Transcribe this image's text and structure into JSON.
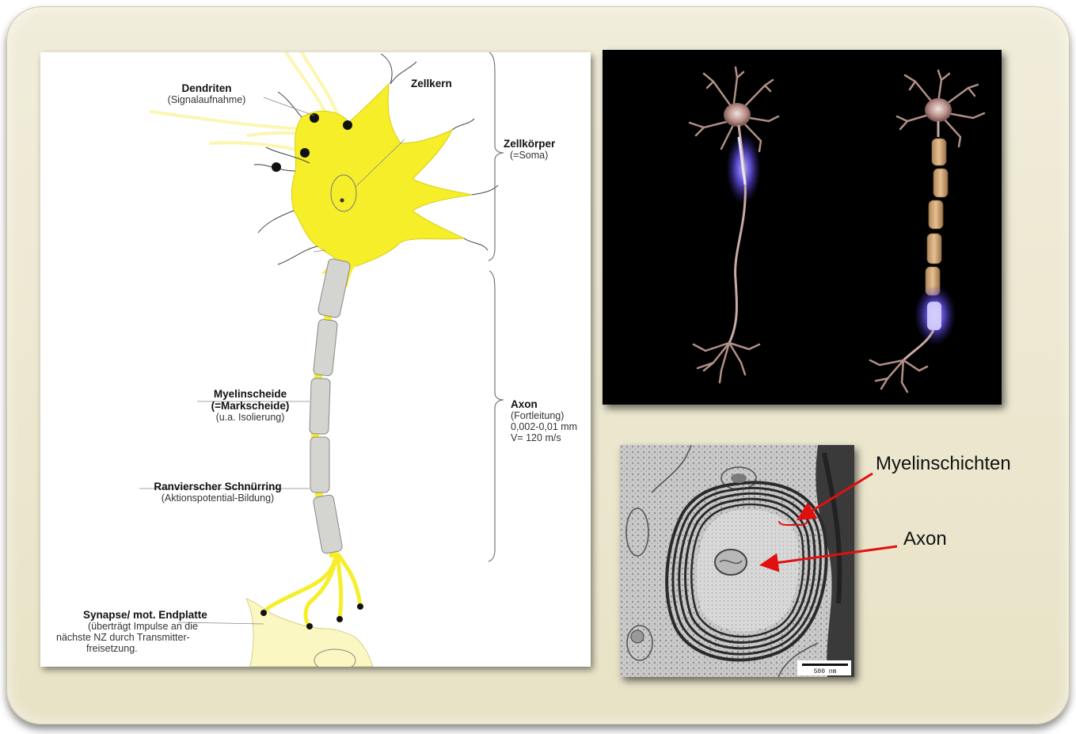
{
  "diagram": {
    "dendriten": {
      "title": "Dendriten",
      "sub": "(Signalaufnahme)"
    },
    "zellkern": {
      "title": "Zellkern"
    },
    "zellkoerper": {
      "title": "Zellkörper",
      "sub": "(=Soma)"
    },
    "myelinscheide": {
      "title1": "Myelinscheide",
      "title2": "(=Markscheide)",
      "sub": "(u.a. Isolierung)"
    },
    "axon": {
      "title": "Axon",
      "sub1": "(Fortleitung)",
      "sub2": "0,002-0,01 mm",
      "sub3": "V= 120 m/s"
    },
    "ranvier": {
      "title": "Ranvierscher Schnürring",
      "sub": "(Aktionspotential-Bildung)"
    },
    "synapse": {
      "title": "Synapse/ mot. Endplatte",
      "sub1": "(überträgt Impulse an die",
      "sub2": "nächste NZ durch Transmitter-",
      "sub3": "freisetzung."
    }
  },
  "em_photo": {
    "scale_bar": "500 nm"
  },
  "annotations": {
    "myelin_layers": "Myelinschichten",
    "axon": "Axon"
  },
  "colors": {
    "soma_yellow": "#f7ee2a",
    "myelin_gray": "#d4d4d0",
    "arrow_red": "#e01010",
    "frame_beige": "#ece7cf",
    "glow_blue": "#6f5cff"
  }
}
